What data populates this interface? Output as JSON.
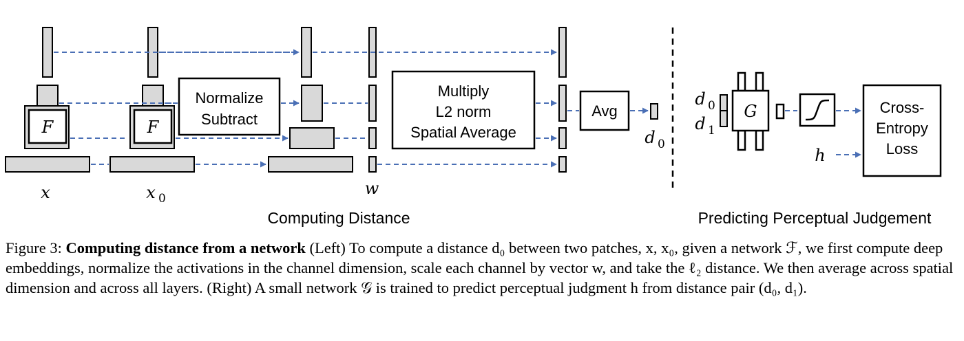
{
  "diagram": {
    "box_F": "F",
    "label_x": "x",
    "label_x0": "x",
    "label_x0_sub": "0",
    "normalize_line1": "Normalize",
    "normalize_line2": "Subtract",
    "label_w": "w",
    "multiply_line1": "Multiply",
    "multiply_line2": "L2 norm",
    "multiply_line3": "Spatial Average",
    "avg": "Avg",
    "label_d0": "d",
    "label_d0_sub": "0",
    "section_left": "Computing Distance",
    "input_d0": "d",
    "input_d0_sub": "0",
    "input_d1": "d",
    "input_d1_sub": "1",
    "box_G": "G",
    "label_h": "h",
    "loss_line1": "Cross-",
    "loss_line2": "Entropy",
    "loss_line3": "Loss",
    "section_right": "Predicting Perceptual Judgement"
  },
  "caption": {
    "figure_label": "Figure 3:",
    "title": "Computing distance from a network",
    "body": "(Left) To compute a distance d₀ between two patches, x, x₀, given a network ℱ, we first compute deep embeddings, normalize the activations in the channel dimension, scale each channel by vector w, and take the ℓ₂ distance. We then average across spatial dimension and across all layers. (Right) A small network 𝒢 is trained to predict perceptual judgment h from distance pair (d₀, d₁)."
  },
  "colors": {
    "arrow": "#4a6fb5",
    "feature_fill": "#d9d9d9"
  }
}
